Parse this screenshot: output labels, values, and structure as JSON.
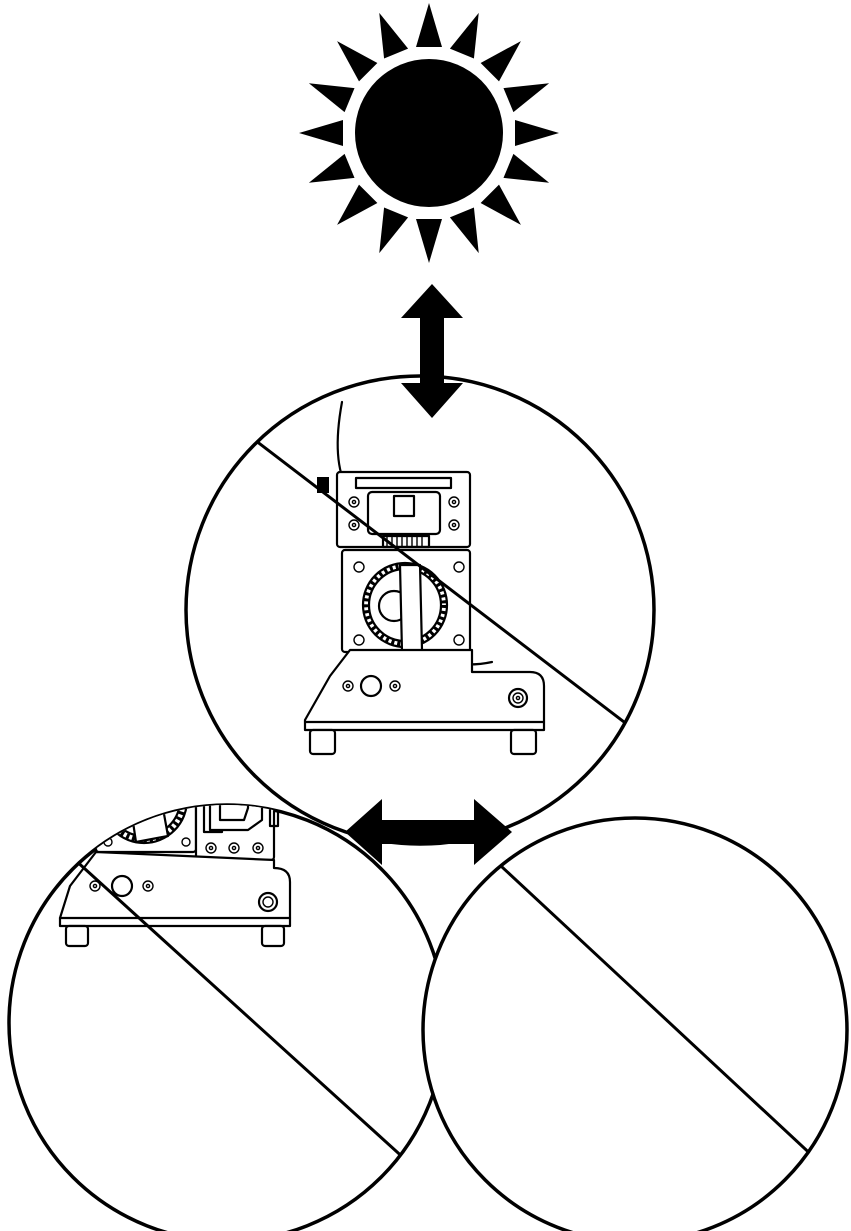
{
  "figure": {
    "background": "#ffffff",
    "ink": "#000000",
    "elements": [
      {
        "name": "sun-icon",
        "meaning": "direct sunlight"
      },
      {
        "name": "vertical-double-arrow-icon"
      },
      {
        "name": "horizontal-double-arrow-icon"
      },
      {
        "name": "device-front-view-prohibited"
      },
      {
        "name": "device-side-view-left-prohibited"
      },
      {
        "name": "device-side-view-right-prohibited"
      }
    ]
  }
}
